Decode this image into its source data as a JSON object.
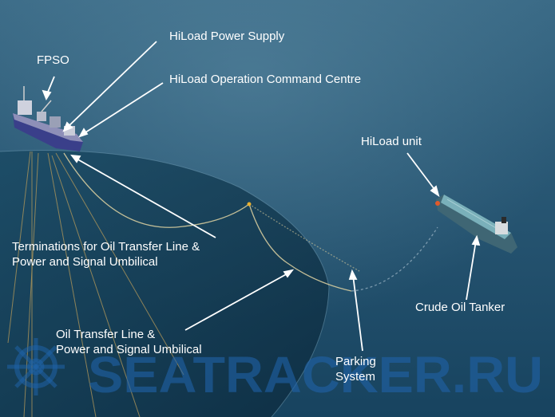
{
  "labels": {
    "fpso": "FPSO",
    "power_supply": "HiLoad Power Supply",
    "command_centre": "HiLoad Operation Command Centre",
    "hiload_unit": "HiLoad unit",
    "terminations_line1": "Terminations for Oil Transfer Line &",
    "terminations_line2": "Power and Signal Umbilical",
    "oil_transfer_line1": "Oil Transfer Line &",
    "oil_transfer_line2": "Power and Signal Umbilical",
    "parking_line1": "Parking",
    "parking_line2": "System",
    "crude_oil_tanker": "Crude Oil Tanker"
  },
  "watermark": {
    "text": "SEATRACKER.RU",
    "color": "#1f62a8"
  },
  "colors": {
    "sea_top": "#2e5c78",
    "sea_bottom": "#17435f",
    "sea_dark": "#0d2c40",
    "label_text": "#ffffff",
    "hull_tanker": "#5e8e9a",
    "hull_fpso": "#3a3f8a"
  }
}
